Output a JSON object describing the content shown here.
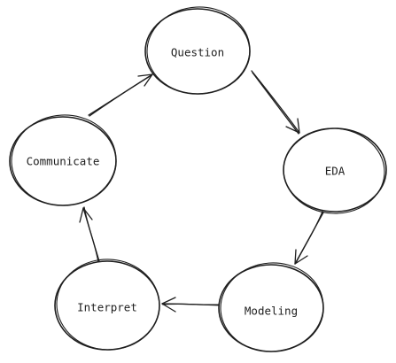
{
  "diagram": {
    "stroke_color": "#1e1e1e",
    "background": "#ffffff",
    "nodes": [
      {
        "id": "question",
        "label": "Question"
      },
      {
        "id": "eda",
        "label": "EDA"
      },
      {
        "id": "modeling",
        "label": "Modeling"
      },
      {
        "id": "interpret",
        "label": "Interpret"
      },
      {
        "id": "communicate",
        "label": "Communicate"
      }
    ],
    "edges": [
      {
        "from": "question",
        "to": "eda"
      },
      {
        "from": "eda",
        "to": "modeling"
      },
      {
        "from": "modeling",
        "to": "interpret"
      },
      {
        "from": "interpret",
        "to": "communicate"
      },
      {
        "from": "communicate",
        "to": "question"
      }
    ]
  }
}
